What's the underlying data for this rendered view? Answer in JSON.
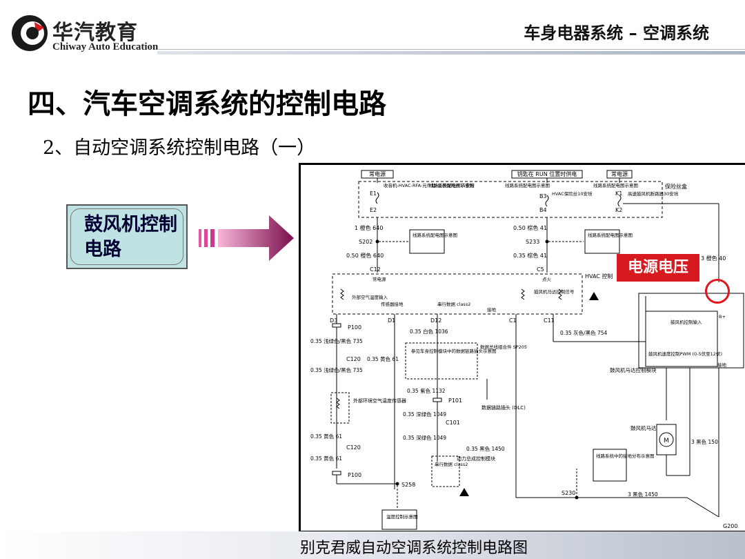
{
  "header": {
    "logo_cn": "华汽教育",
    "logo_en": "Chiway Auto Education",
    "topic": "车身电器系统 –  空调系统"
  },
  "slide": {
    "title": "四、汽车空调系统的控制电路",
    "subtitle": "2、自动空调系统控制电路（一）",
    "callout_label": "鼓风机控制电路",
    "highlight_label": "电源电压",
    "caption": "别克君威自动空调系统控制电路图"
  },
  "colors": {
    "callout_fill": "#bfe3e3",
    "arrow_start": "#f7b6d8",
    "arrow_end": "#7a0f4e",
    "highlight_red": "#d71920"
  },
  "schematic": {
    "top_headers": [
      "常电源",
      "钥匙在 RUN 位置时供电",
      "常电源"
    ],
    "fuse_box": "保险丝盒",
    "fuse1": [
      "E1",
      "收音机-HVAC-RFA-元件助-仪表保险丝15安培",
      "E2"
    ],
    "fuse2": [
      "B3",
      "HVAC保险丝10安培",
      "B4"
    ],
    "fuse3": [
      "K1",
      "高速鼓风机断路器30安培",
      "K2"
    ],
    "ref_box": "线路系统配电图示意图",
    "w640a": "1 橙色 640",
    "s202": "S202",
    "w640b": "0.50 橙色 640",
    "w41a": "0.50 棕色 41",
    "s233": "S233",
    "w41b": "0.35 棕色 41",
    "w40": "3 橙色 40",
    "c12": "C12",
    "c5": "C5",
    "hvac": "HVAC 控制",
    "changdian": "常电源",
    "dianhuo": "点火",
    "sensor_in": "外部空气温度输入",
    "sensor_gnd": "传感器接地",
    "serial": "串行数据 class2",
    "blower_ctrl": "鼓风机马达控制信号",
    "gnd": "接地",
    "pins": [
      "D3",
      "D1",
      "D12",
      "C1",
      "C11"
    ],
    "p100": "P100",
    "w735a": "0.35 浅绿色/黑色 735",
    "c120": "C120",
    "w735b": "0.35 浅绿色/黑色 735",
    "w61": "0.35 黄色 61",
    "w1036": "0.35 白色 1036",
    "class2_ref": "参见车身控制模块中的数据链路插头示意图",
    "sp205": "数据总线组合件 SP205",
    "w1132": "0.35 紫色 1132",
    "dlc": "数据链路插头 (DLC)",
    "ambient": "外部环境空气温度传感器",
    "p101": "P101",
    "w1049a": "0.35 深绿色 1049",
    "c101": "C101",
    "w1049b": "0.35 深绿色 1049",
    "w61b": "0.35 黄色 61",
    "w61c": "0.35 黄色 61",
    "pcm": "动力总成控制模块",
    "serial2": "串行数据 class2",
    "w1450a": "0.35 黑色 1450",
    "s258": "S258",
    "s230": "S230",
    "temp_ref": "温度控制示意图",
    "w754": "0.35 灰色/黑色 754",
    "blower_module": "鼓风机马达控制模块",
    "blower_in": "鼓风机控制输入",
    "pwm": "鼓风机速度控制PWM (0-5伏至12伏)",
    "b_plus": "B+",
    "ground": "接地",
    "motor": "鼓风机马达",
    "w150": "3 黑色 150",
    "w1450b": "3 黑色 1450",
    "g200": "G200",
    "gnd_ref": "线路系统中的接地分布示意图"
  }
}
